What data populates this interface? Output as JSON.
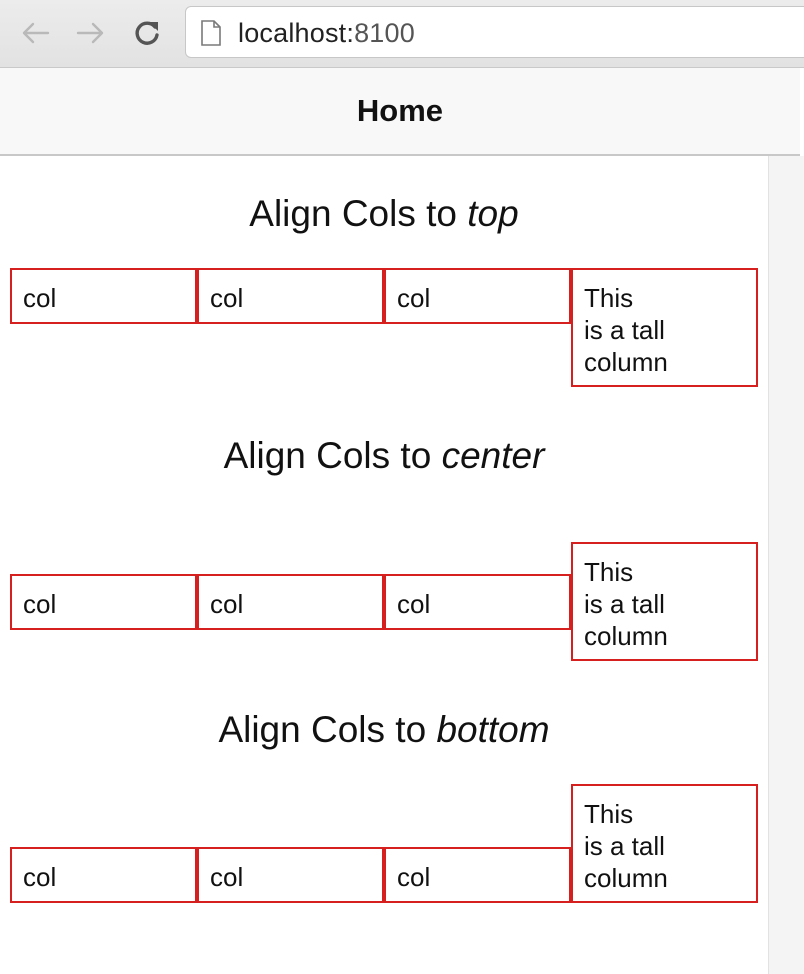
{
  "browser": {
    "url_host": "localhost:",
    "url_port": "8100",
    "icons": [
      "back-arrow-icon",
      "forward-arrow-icon",
      "reload-icon",
      "page-icon"
    ]
  },
  "header": {
    "title": "Home"
  },
  "sections": [
    {
      "heading_prefix": "Align Cols to ",
      "heading_emphasis": "top",
      "cols": [
        "col",
        "col",
        "col"
      ],
      "tall_col": [
        "This",
        "is a tall",
        "column"
      ]
    },
    {
      "heading_prefix": "Align Cols to ",
      "heading_emphasis": "center",
      "cols": [
        "col",
        "col",
        "col"
      ],
      "tall_col": [
        "This",
        "is a tall",
        "column"
      ]
    },
    {
      "heading_prefix": "Align Cols to ",
      "heading_emphasis": "bottom",
      "cols": [
        "col",
        "col",
        "col"
      ],
      "tall_col": [
        "This",
        "is a tall",
        "column"
      ]
    }
  ],
  "colors": {
    "col_border": "#d61f1f",
    "header_bg": "#f8f8f8",
    "toolbar_bg": "#e6e6e6"
  }
}
